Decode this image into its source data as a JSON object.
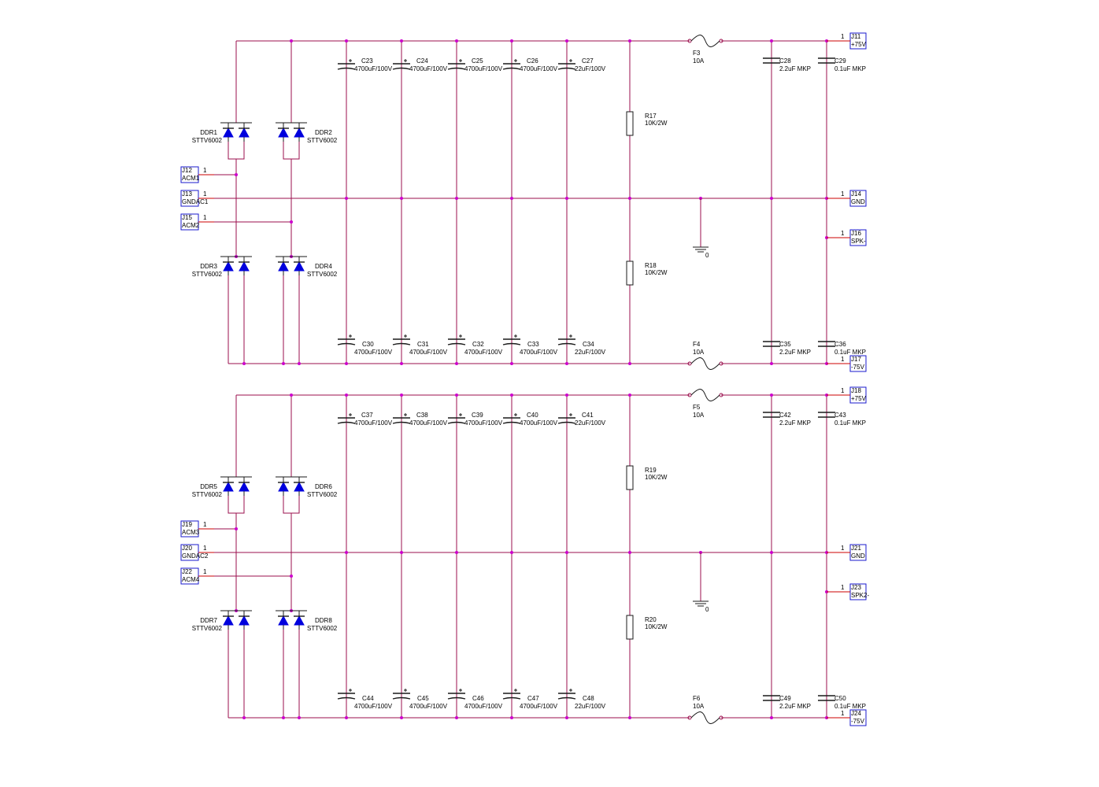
{
  "blocks": [
    {
      "bridges": [
        {
          "ref": "DDR1",
          "part": "STTV6002"
        },
        {
          "ref": "DDR2",
          "part": "STTV6002"
        },
        {
          "ref": "DDR3",
          "part": "STTV6002"
        },
        {
          "ref": "DDR4",
          "part": "STTV6002"
        }
      ],
      "top_caps": [
        {
          "ref": "C23",
          "value": "4700uF/100V"
        },
        {
          "ref": "C24",
          "value": "4700uF/100V"
        },
        {
          "ref": "C25",
          "value": "4700uF/100V"
        },
        {
          "ref": "C26",
          "value": "4700uF/100V"
        },
        {
          "ref": "C27",
          "value": "22uF/100V"
        }
      ],
      "bot_caps": [
        {
          "ref": "C30",
          "value": "4700uF/100V"
        },
        {
          "ref": "C31",
          "value": "4700uF/100V"
        },
        {
          "ref": "C32",
          "value": "4700uF/100V"
        },
        {
          "ref": "C33",
          "value": "4700uF/100V"
        },
        {
          "ref": "C34",
          "value": "22uF/100V"
        }
      ],
      "res_top": {
        "ref": "R17",
        "value": "10K/2W"
      },
      "res_bot": {
        "ref": "R18",
        "value": "10K/2W"
      },
      "fuse_top": {
        "ref": "F3",
        "value": "10A"
      },
      "fuse_bot": {
        "ref": "F4",
        "value": "10A"
      },
      "out_top_caps": [
        {
          "ref": "C28",
          "value": "2.2uF MKP"
        },
        {
          "ref": "C29",
          "value": "0.1uF MKP"
        }
      ],
      "out_bot_caps": [
        {
          "ref": "C35",
          "value": "2.2uF MKP"
        },
        {
          "ref": "C36",
          "value": "0.1uF MKP"
        }
      ],
      "in_conns": [
        {
          "ref": "J12",
          "net": "ACM1",
          "pin": "1"
        },
        {
          "ref": "J13",
          "net": "GNDAC1",
          "pin": "1"
        },
        {
          "ref": "J15",
          "net": "ACM2",
          "pin": "1"
        }
      ],
      "out_conns": [
        {
          "ref": "J11",
          "net": "+75V",
          "pin": "1"
        },
        {
          "ref": "J14",
          "net": "GND",
          "pin": "1"
        },
        {
          "ref": "J16",
          "net": "SPK-",
          "pin": "1"
        },
        {
          "ref": "J17",
          "net": "-75V",
          "pin": "1"
        }
      ],
      "ground_label": "0"
    },
    {
      "bridges": [
        {
          "ref": "DDR5",
          "part": "STTV6002"
        },
        {
          "ref": "DDR6",
          "part": "STTV6002"
        },
        {
          "ref": "DDR7",
          "part": "STTV6002"
        },
        {
          "ref": "DDR8",
          "part": "STTV6002"
        }
      ],
      "top_caps": [
        {
          "ref": "C37",
          "value": "4700uF/100V"
        },
        {
          "ref": "C38",
          "value": "4700uF/100V"
        },
        {
          "ref": "C39",
          "value": "4700uF/100V"
        },
        {
          "ref": "C40",
          "value": "4700uF/100V"
        },
        {
          "ref": "C41",
          "value": "22uF/100V"
        }
      ],
      "bot_caps": [
        {
          "ref": "C44",
          "value": "4700uF/100V"
        },
        {
          "ref": "C45",
          "value": "4700uF/100V"
        },
        {
          "ref": "C46",
          "value": "4700uF/100V"
        },
        {
          "ref": "C47",
          "value": "4700uF/100V"
        },
        {
          "ref": "C48",
          "value": "22uF/100V"
        }
      ],
      "res_top": {
        "ref": "R19",
        "value": "10K/2W"
      },
      "res_bot": {
        "ref": "R20",
        "value": "10K/2W"
      },
      "fuse_top": {
        "ref": "F5",
        "value": "10A"
      },
      "fuse_bot": {
        "ref": "F6",
        "value": "10A"
      },
      "out_top_caps": [
        {
          "ref": "C42",
          "value": "2.2uF MKP"
        },
        {
          "ref": "C43",
          "value": "0.1uF MKP"
        }
      ],
      "out_bot_caps": [
        {
          "ref": "C49",
          "value": "2.2uF MKP"
        },
        {
          "ref": "C50",
          "value": "0.1uF MKP"
        }
      ],
      "in_conns": [
        {
          "ref": "J19",
          "net": "ACM3",
          "pin": "1"
        },
        {
          "ref": "J20",
          "net": "GNDAC2",
          "pin": "1"
        },
        {
          "ref": "J22",
          "net": "ACM4",
          "pin": "1"
        }
      ],
      "out_conns": [
        {
          "ref": "J18",
          "net": "+75V",
          "pin": "1"
        },
        {
          "ref": "J21",
          "net": "GND",
          "pin": "1"
        },
        {
          "ref": "J23",
          "net": "SPK2-",
          "pin": "1"
        },
        {
          "ref": "J24",
          "net": "-75V",
          "pin": "1"
        }
      ],
      "ground_label": "0"
    }
  ],
  "colors": {
    "wire": "#9b0f4d",
    "junction": "#cc00cc",
    "diode": "#0000dd",
    "connector_box": "#1a1acc",
    "pin_stub": "#cc0000"
  }
}
